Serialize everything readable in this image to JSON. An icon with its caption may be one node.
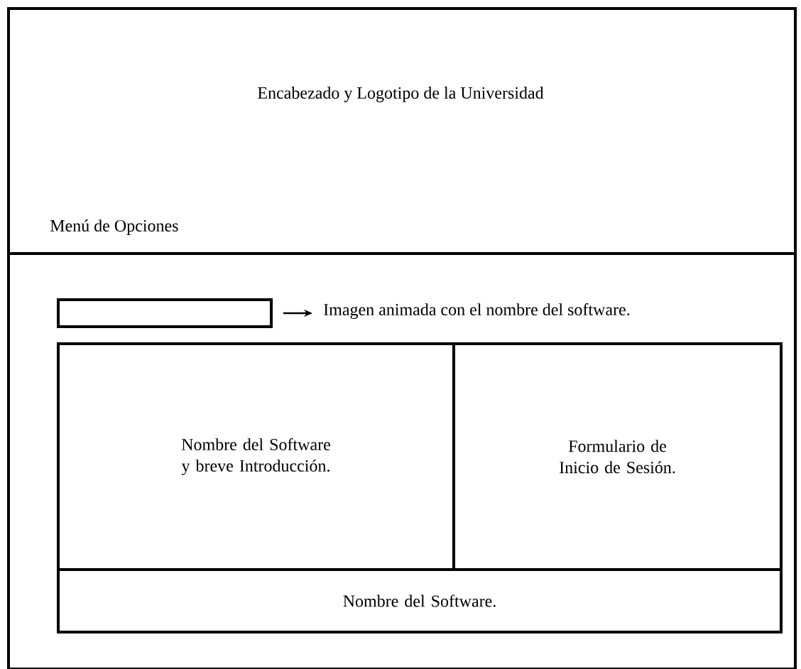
{
  "diagram": {
    "nodes": [
      {
        "text": [
          "Encabezado y Logotipo de la Universidad",
          "Menú de Opciones"
        ]
      },
      {
        "text": [],
        "shape": "box"
      },
      {
        "text": [],
        "shape": "box",
        "in": 1
      },
      {
        "text": [
          "Imagen animada con el nombre del software."
        ],
        "in": 1
      },
      {
        "text": [
          "Nombre del Software y breve Introducción."
        ],
        "in": 1
      },
      {
        "text": [
          "Formulario de Inicio de Sesión."
        ],
        "in": 1
      },
      {
        "text": [
          "Nombre del Software."
        ],
        "in": 1
      }
    ],
    "edges": [
      {
        "from": 2,
        "to": 3,
        "arrow": "to"
      }
    ]
  }
}
